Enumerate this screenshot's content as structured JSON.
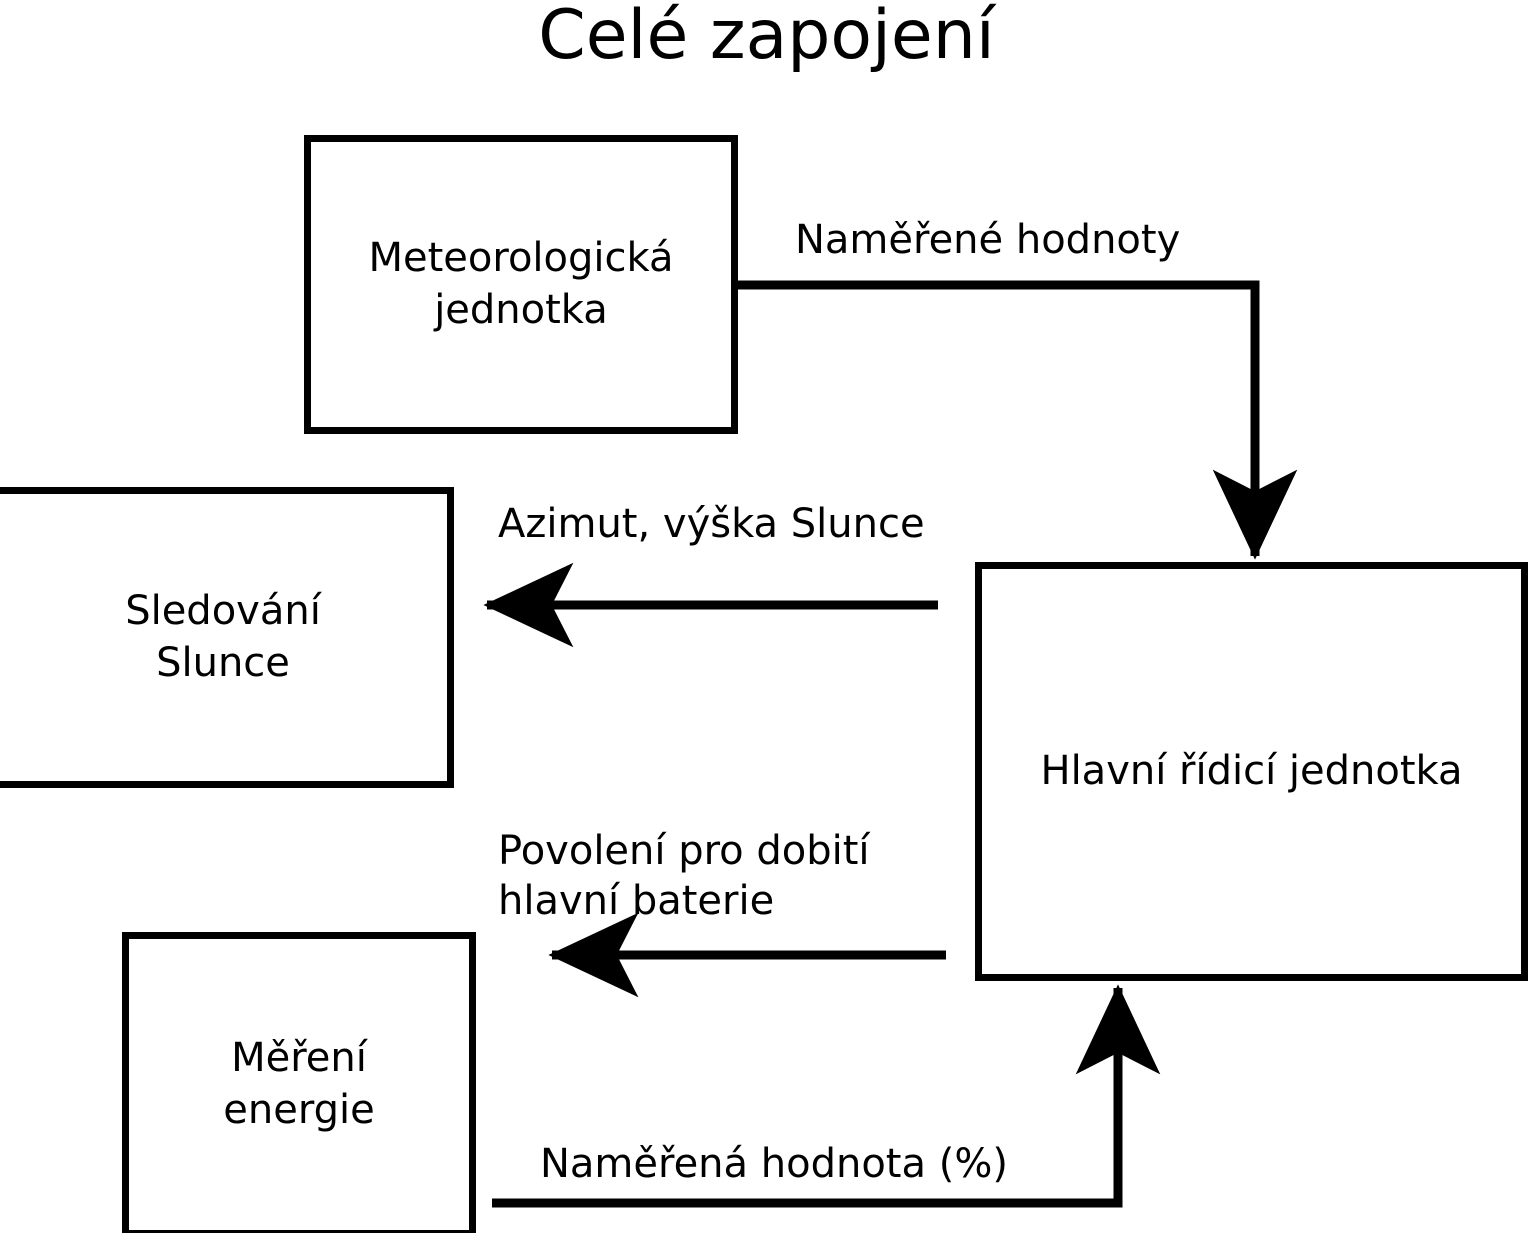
{
  "diagram": {
    "title": "Celé zapojení",
    "type": "block-diagram",
    "language": "cs",
    "stroke_color": "#000000",
    "background_color": "#ffffff",
    "nodes": [
      {
        "id": "meteo",
        "label": "Meteorologická\njednotka",
        "name": "meteorological-unit-node"
      },
      {
        "id": "tracking",
        "label": "Sledování\nSlunce",
        "name": "sun-tracking-node"
      },
      {
        "id": "main",
        "label": "Hlavní řídicí jednotka",
        "name": "main-control-unit-node"
      },
      {
        "id": "energy",
        "label": "Měření\nenergie",
        "name": "energy-measurement-node"
      }
    ],
    "edges": [
      {
        "id": "measured-values",
        "label": "Naměřené hodnoty",
        "from": "meteo",
        "to": "main",
        "arrow": "down"
      },
      {
        "id": "azimuth",
        "label": "Azimut, výška Slunce",
        "from": "main",
        "to": "tracking",
        "arrow": "left"
      },
      {
        "id": "permission",
        "label": "Povolení pro dobití\nhlavní baterie",
        "from": "main",
        "to": "energy",
        "arrow": "left"
      },
      {
        "id": "measured-percent",
        "label": "Naměřená hodnota (%)",
        "from": "energy",
        "to": "main",
        "arrow": "up"
      }
    ]
  }
}
